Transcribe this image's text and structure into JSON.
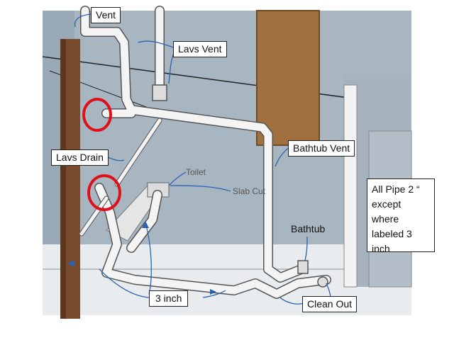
{
  "callouts": {
    "vent": "Vent",
    "lavs_vent": "Lavs Vent",
    "lavs_drain": "Lavs Drain",
    "bathtub_vent": "Bathtub Vent",
    "three_inch": "3  inch",
    "clean_out": "Clean Out"
  },
  "labels": {
    "toilet": "Toilet",
    "slab_cut": "Slab Cut",
    "bathtub": "Bathtub"
  },
  "note": {
    "lines": [
      "All Pipe 2 “",
      "except",
      "where",
      "labeled 3",
      "inch"
    ]
  },
  "colors": {
    "wall": "#a8b6c2",
    "pipe": "#f4f4f4",
    "stud": "#7a4a2c",
    "door": "#a0703f",
    "arrow": "#2a63b0",
    "highlight": "#e0101a"
  }
}
